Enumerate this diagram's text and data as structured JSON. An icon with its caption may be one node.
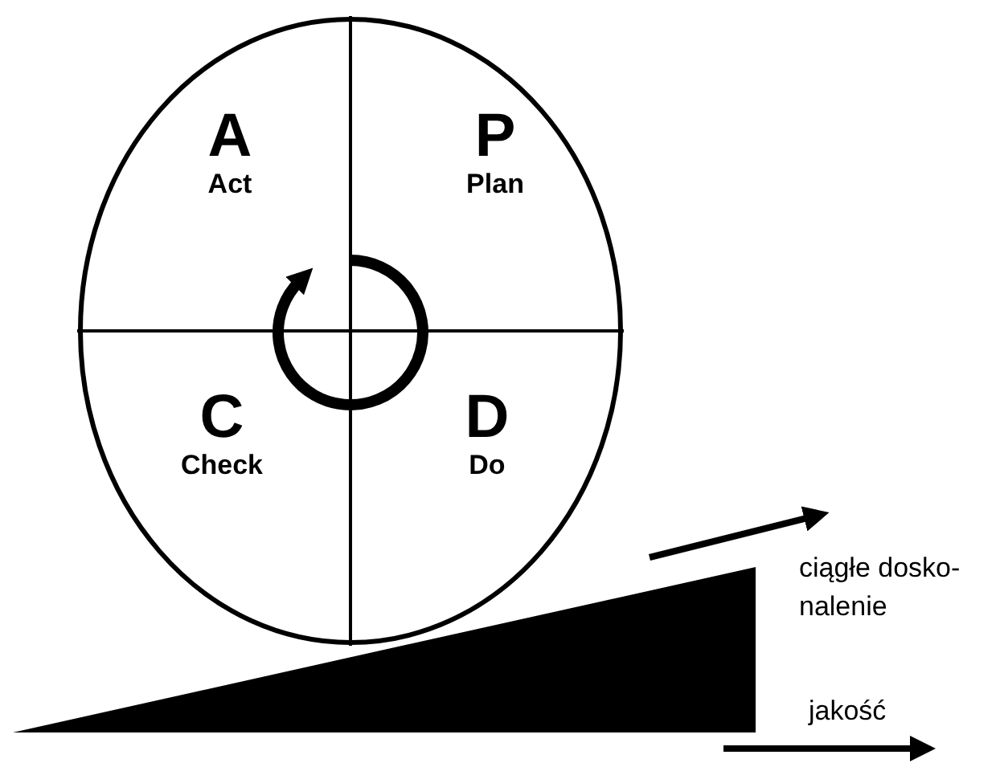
{
  "diagram": {
    "nodes": [
      {
        "text": [],
        "shape": "circle"
      },
      {
        "text": [
          "A",
          "Act"
        ],
        "in": 0
      },
      {
        "text": [
          "P",
          "Plan"
        ],
        "in": 0
      },
      {
        "text": [
          "C",
          "Check"
        ],
        "in": 0
      },
      {
        "text": [
          "D",
          "Do"
        ],
        "in": 0
      },
      {
        "text": [],
        "shape": "triangle"
      }
    ],
    "edges": [],
    "labels": [
      "ciągłe dosko-nalenie",
      "jakość"
    ]
  }
}
